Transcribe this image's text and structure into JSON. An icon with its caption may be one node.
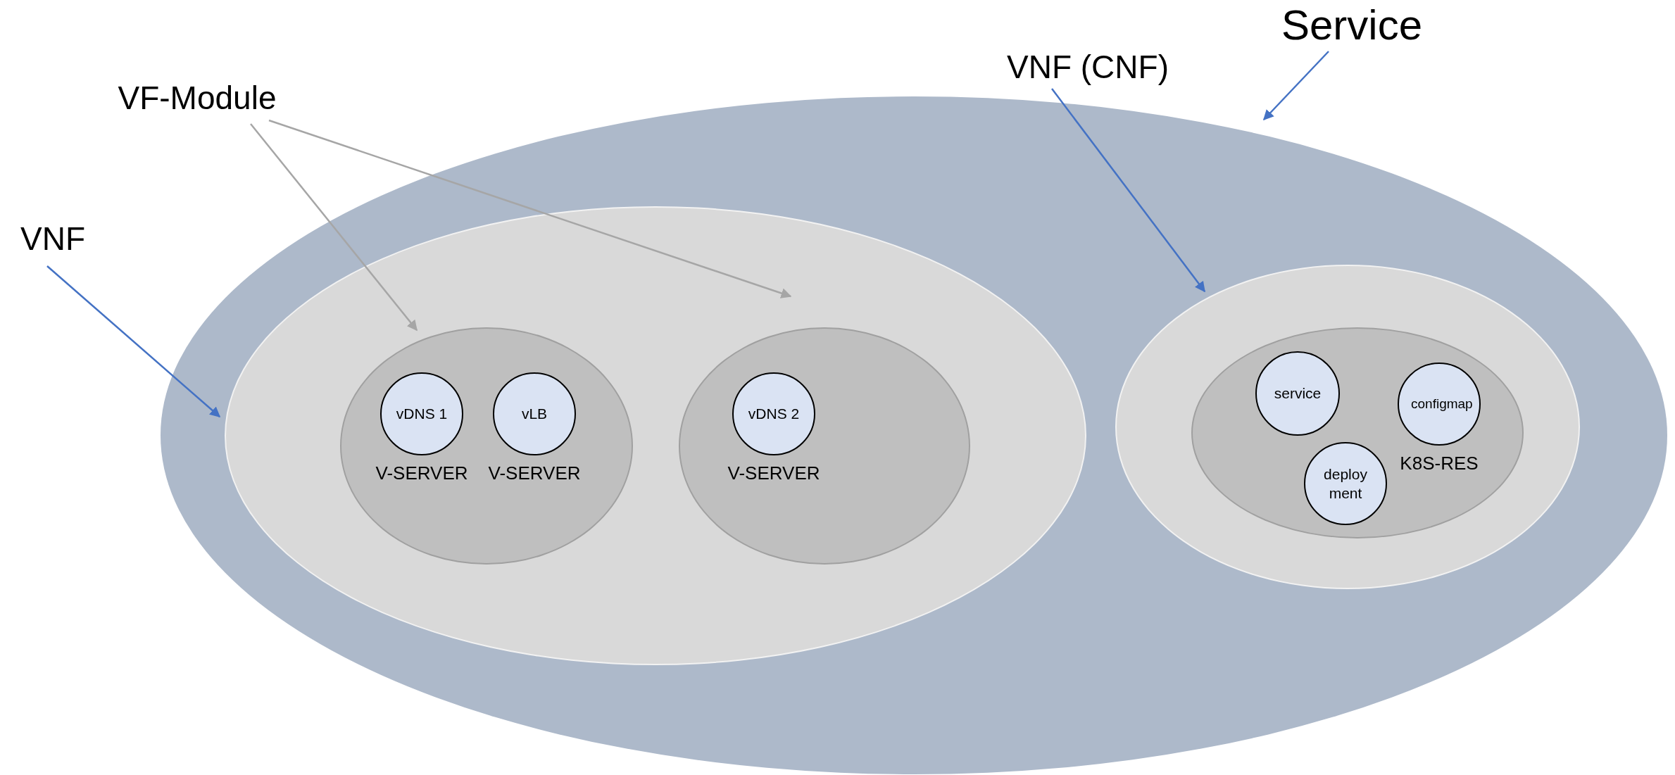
{
  "diagram": {
    "nodes": [
      {
        "text": [],
        "shape": "ellipse"
      },
      {
        "text": [],
        "shape": "ellipse",
        "in": 0
      },
      {
        "text": [],
        "shape": "ellipse",
        "in": 1
      },
      {
        "text": [
          "vDNS 1"
        ],
        "beside": [
          "V-SERVER"
        ],
        "in": 2
      },
      {
        "text": [
          "vLB"
        ],
        "beside": [
          "V-SERVER"
        ],
        "in": 2
      },
      {
        "text": [],
        "shape": "ellipse",
        "in": 1
      },
      {
        "text": [
          "vDNS 2"
        ],
        "beside": [
          "V-SERVER"
        ],
        "in": 5
      },
      {
        "text": [],
        "shape": "ellipse",
        "in": 0
      },
      {
        "text": [],
        "shape": "ellipse",
        "in": 7
      },
      {
        "text": [
          "service"
        ],
        "in": 8
      },
      {
        "text": [
          "configmap"
        ],
        "beside": [
          "K8S-RES"
        ],
        "in": 8
      },
      {
        "text": [
          "deploy ment"
        ],
        "in": 8
      },
      {
        "text": [
          "Service"
        ]
      },
      {
        "text": [
          "VNF (CNF)"
        ]
      },
      {
        "text": [
          "VF-Module"
        ]
      },
      {
        "text": [
          "VNF"
        ]
      }
    ],
    "edges": [
      {
        "from": 12,
        "to": 0,
        "arrow": "to"
      },
      {
        "from": 13,
        "to": 7,
        "arrow": "to"
      },
      {
        "from": 14,
        "to": 2,
        "arrow": "to",
        "color": "#a6a6a6"
      },
      {
        "from": 14,
        "to": 5,
        "arrow": "to",
        "color": "#a6a6a6"
      },
      {
        "from": 15,
        "to": 1,
        "arrow": "to"
      }
    ]
  }
}
